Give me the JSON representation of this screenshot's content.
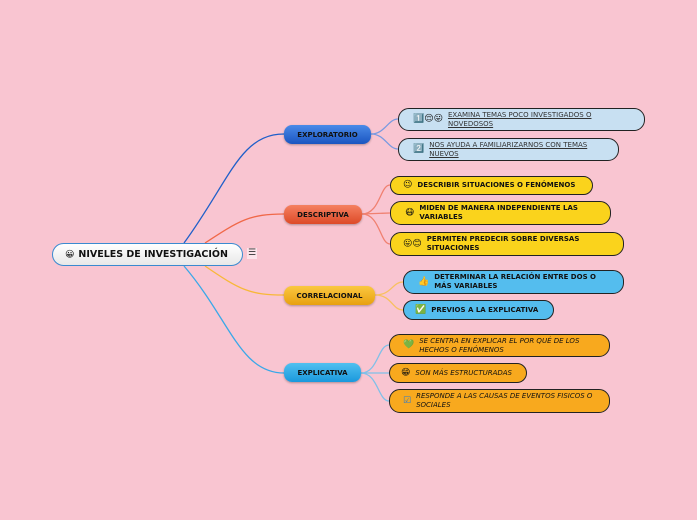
{
  "root": {
    "emoji": "😀",
    "title": "NIVELES DE INVESTIGACIÓN",
    "menu_icon": "☰"
  },
  "branches": [
    {
      "label": "EXPLORATORIO",
      "color": "#1f5fc9",
      "leaves": [
        {
          "emoji": "1️⃣😌😛",
          "text": "EXAMINA TEMAS POCO INVESTIGADOS O NOVEDOSOS"
        },
        {
          "emoji": "2️⃣",
          "text": "NOS AYUDA A FAMILIARIZARNOS CON TEMAS NUEVOS"
        }
      ]
    },
    {
      "label": "DESCRIPTIVA",
      "color": "#e55a3a",
      "leaves": [
        {
          "emoji": "😉",
          "text": "DESCRIBIR SITUACIONES O FENÓMENOS"
        },
        {
          "emoji": "😷",
          "text": "MIDEN DE MANERA INDEPENDIENTE LAS VARIABLES"
        },
        {
          "emoji": "😛😊",
          "text": "PERMITEN PREDECIR SOBRE DIVERSAS SITUACIONES"
        }
      ]
    },
    {
      "label": "CORRELACIONAL",
      "color": "#f0b020",
      "leaves": [
        {
          "emoji": "👍",
          "text": "DETERMINAR LA RELACIÓN ENTRE DOS O MÁS VARIABLES"
        },
        {
          "emoji": "✅",
          "text": "PREVIOS A LA EXPLICATIVA"
        }
      ]
    },
    {
      "label": "EXPLICATIVA",
      "color": "#2aa8e8",
      "leaves": [
        {
          "emoji": "💚",
          "text": "SE CENTRA EN EXPLICAR EL POR QUÉ DE LOS HECHOS O FENÓMENOS"
        },
        {
          "emoji": "😁",
          "text": "SON MÁS ESTRUCTURADAS"
        },
        {
          "emoji": "☑",
          "text": "RESPONDE A LAS CAUSAS DE EVENTOS FISICOS O SOCIALES"
        }
      ]
    }
  ]
}
